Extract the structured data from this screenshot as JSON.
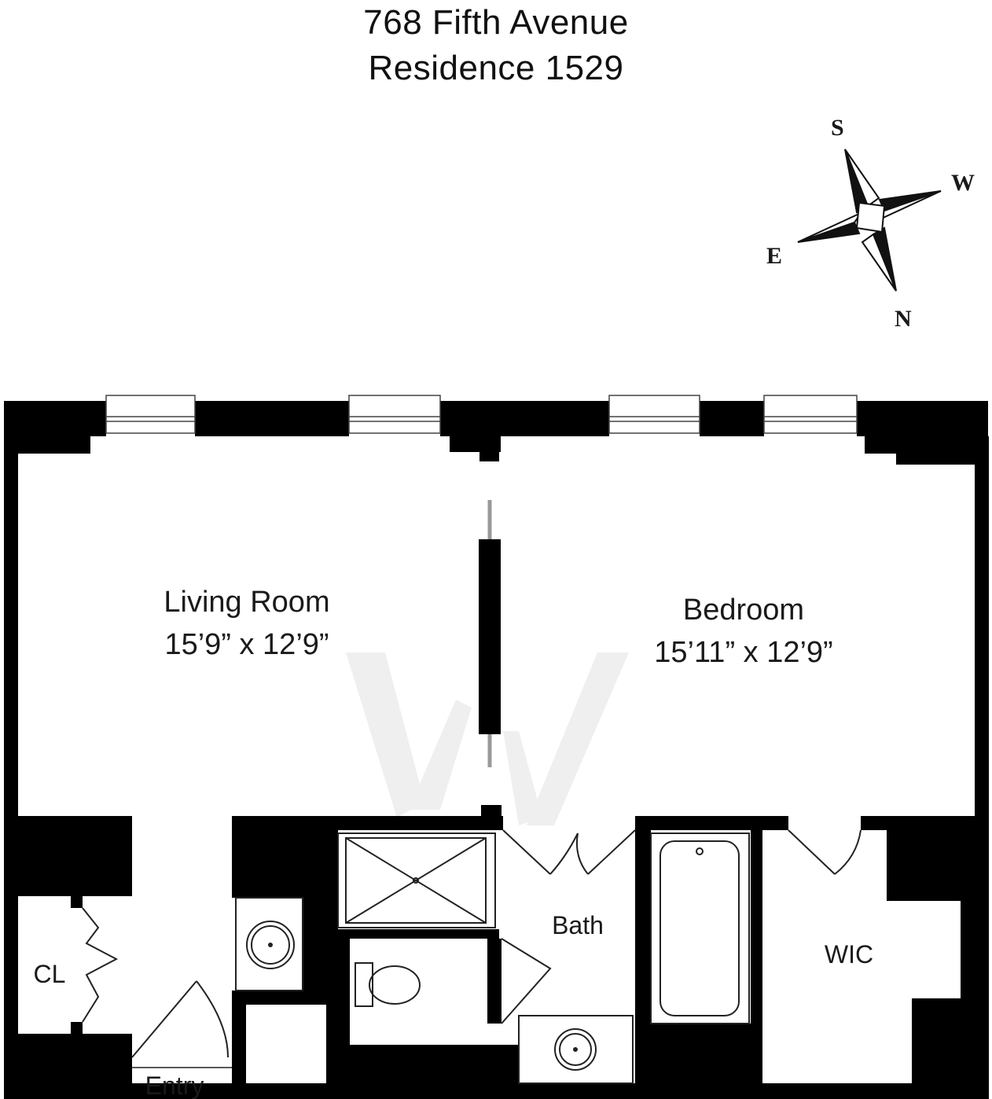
{
  "title": {
    "line1": "768 Fifth Avenue",
    "line2": "Residence 1529"
  },
  "compass": {
    "top": "S",
    "right": "W",
    "left": "E",
    "bottom": "N"
  },
  "rooms": {
    "living_room": {
      "name": "Living Room",
      "dimensions": "15’9” x 12’9”"
    },
    "bedroom": {
      "name": "Bedroom",
      "dimensions": "15’11” x 12’9”"
    },
    "bath": {
      "name": "Bath"
    },
    "wic": {
      "name": "WIC"
    },
    "cl": {
      "name": "CL"
    },
    "entry": {
      "name": "Entry"
    }
  },
  "colors": {
    "wall": "#000000",
    "line": "#222222",
    "watermark": "#efefef"
  }
}
